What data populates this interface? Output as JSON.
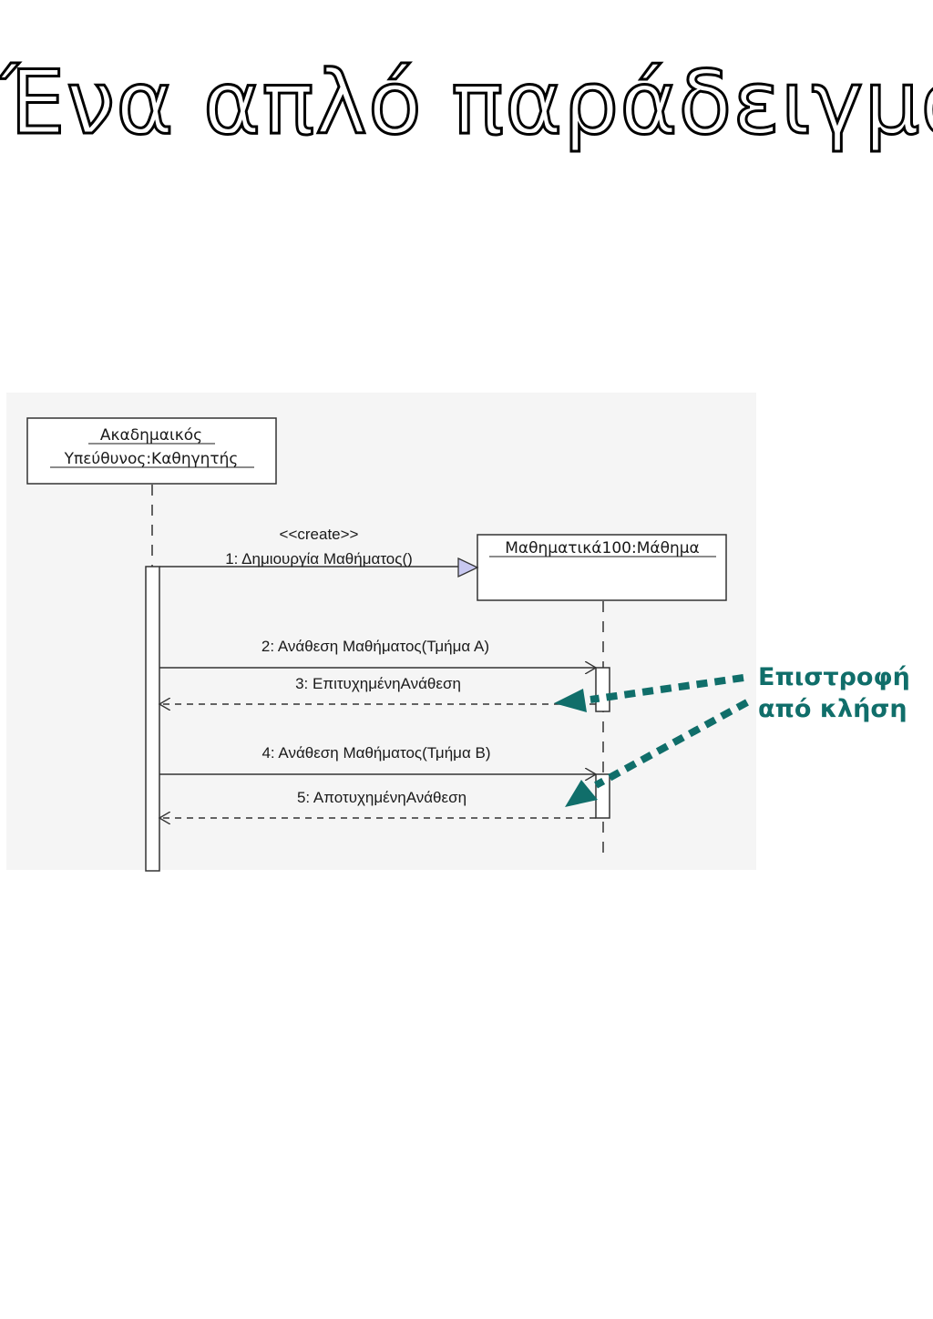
{
  "title": "Ένα απλό παράδειγμα",
  "diagram": {
    "objects": [
      {
        "line1": "Ακαδημαικός",
        "line2": "Υπεύθυνος:Καθηγητής"
      },
      {
        "line1": "Μαθηματικά100:Μάθημα"
      }
    ],
    "messages": [
      {
        "stereotype": "<<create>>",
        "label": "1: Δημιουργία Μαθήματος()"
      },
      {
        "label": "2: Ανάθεση Μαθήματος(Τμήμα Α)"
      },
      {
        "label": "3: ΕπιτυχημένηΑνάθεση"
      },
      {
        "label": "4: Ανάθεση Μαθήματος(Τμήμα Β)"
      },
      {
        "label": "5: ΑποτυχημένηΑνάθεση"
      }
    ],
    "annotation": {
      "line1": "Επιστροφή",
      "line2": "από κλήση",
      "color": "#106e6a"
    }
  }
}
